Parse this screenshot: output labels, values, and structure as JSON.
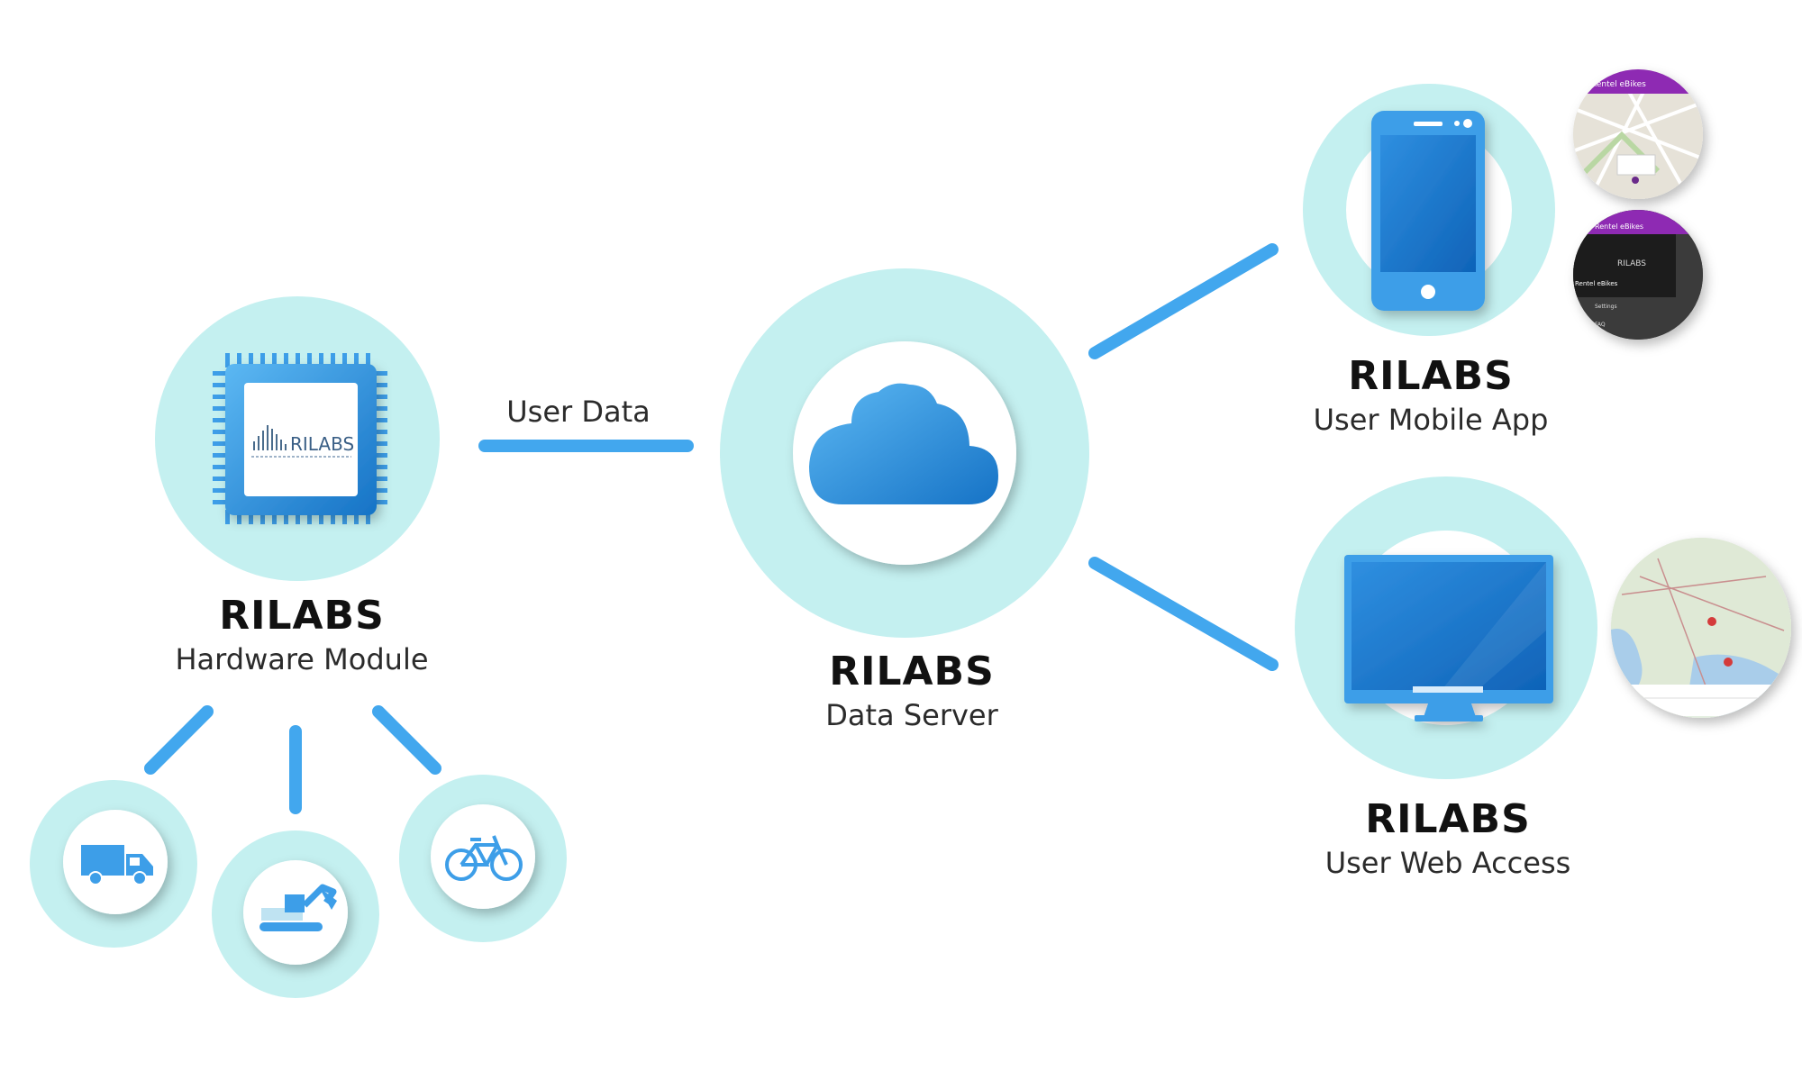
{
  "colors": {
    "halo": "#c4f0f0",
    "accent": "#42a7ee",
    "accent_dark": "#1673c6",
    "text": "#111111"
  },
  "edges": {
    "user_data_label": "User Data"
  },
  "nodes": {
    "hardware": {
      "brand": "RILABS",
      "subtitle": "Hardware Module",
      "chip_logo_text": "RILABS",
      "icon": "chip-icon"
    },
    "server": {
      "brand": "RILABS",
      "subtitle": "Data Server",
      "icon": "cloud-icon"
    },
    "mobile": {
      "brand": "RILABS",
      "subtitle": "User Mobile App",
      "icon": "smartphone-icon"
    },
    "web": {
      "brand": "RILABS",
      "subtitle": "User Web Access",
      "icon": "monitor-icon"
    }
  },
  "vehicles": [
    {
      "icon": "truck-icon"
    },
    {
      "icon": "excavator-icon"
    },
    {
      "icon": "bicycle-icon"
    }
  ],
  "previews": {
    "mobile_map": {
      "header": "Rentel eBikes",
      "icon": "map-preview-icon"
    },
    "mobile_menu": {
      "header": "Rentel eBikes",
      "logo_text": "RILABS",
      "menu_item": "Rentel eBikes",
      "settings": "Settings",
      "faq": "FAQ"
    },
    "web_map": {
      "icon": "map-preview-icon"
    }
  }
}
